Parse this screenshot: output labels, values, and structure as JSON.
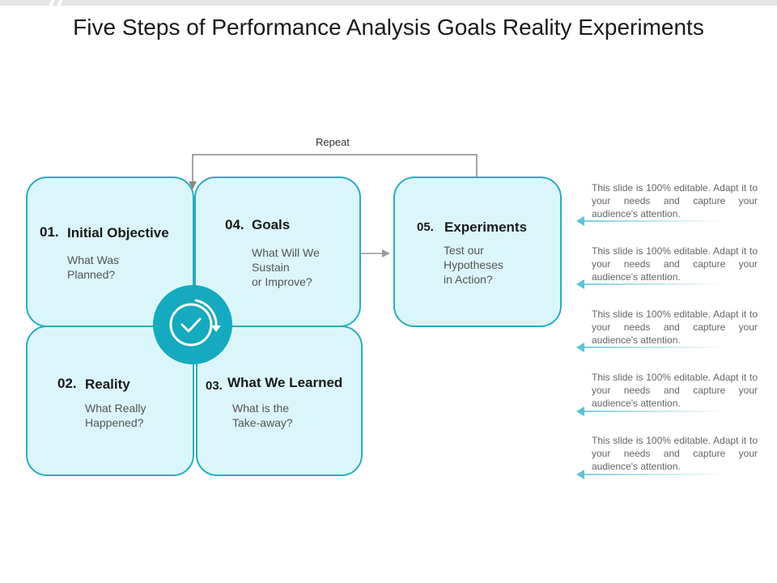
{
  "title": "Five Steps of Performance Analysis Goals Reality Experiments",
  "repeat_label": "Repeat",
  "steps": [
    {
      "num": "01.",
      "heading": "Initial Objective",
      "sub": "What Was\nPlanned?"
    },
    {
      "num": "02.",
      "heading": "Reality",
      "sub": "What Really\nHappened?"
    },
    {
      "num": "03.",
      "heading": "What We Learned",
      "sub": "What is the\nTake-away?"
    },
    {
      "num": "04.",
      "heading": "Goals",
      "sub": "What Will We\nSustain\nor Improve?"
    },
    {
      "num": "05.",
      "heading": "Experiments",
      "sub": "Test our\nHypotheses\nin Action?"
    }
  ],
  "notes": [
    "This slide is 100% editable. Adapt it to your needs and capture your audience's attention.",
    "This slide is 100% editable. Adapt it to your needs and capture your audience's attention.",
    "This slide is 100% editable. Adapt it to your needs and capture your audience's attention.",
    "This slide is 100% editable. Adapt it to your needs and capture your audience's attention.",
    "This slide is 100% editable. Adapt it to your needs and capture your audience's attention."
  ],
  "colors": {
    "accent": "#14aabf",
    "box_fill": "#dbf6fa",
    "box_border": "#27aebf"
  },
  "center_icon": "clock-refresh-icon"
}
